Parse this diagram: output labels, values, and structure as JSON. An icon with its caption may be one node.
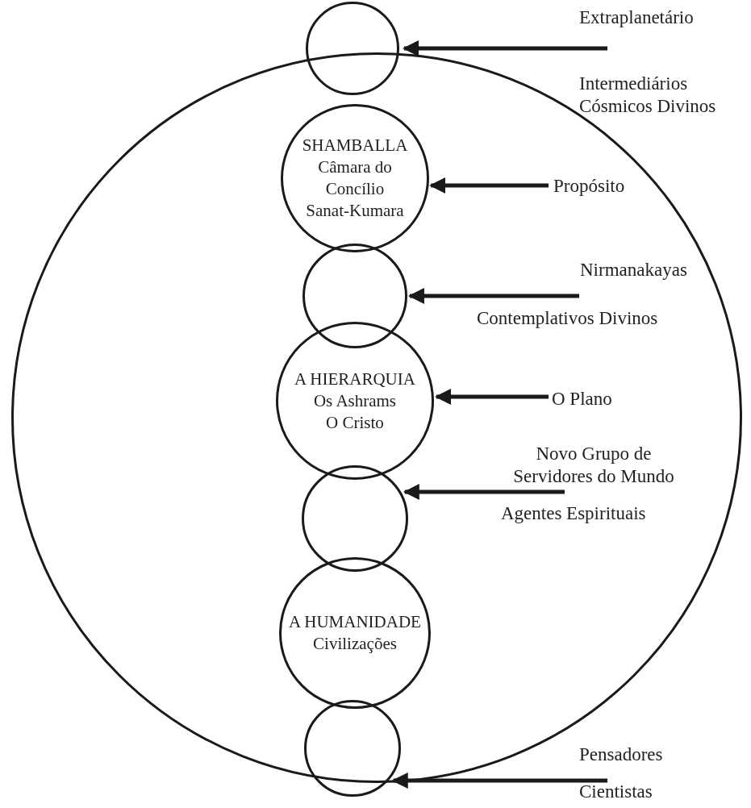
{
  "diagram": {
    "nodes": [
      {
        "text": [],
        "shape": "circle"
      },
      {
        "text": [],
        "shape": "circle"
      },
      {
        "text": [
          "SHAMBALLA",
          "Câmara do Concílio Sanat-Kumara"
        ],
        "in": 0
      },
      {
        "text": [],
        "shape": "circle",
        "in": 0
      },
      {
        "text": [
          "A HIERARQUIA",
          "Os Ashrams O Cristo"
        ],
        "in": 0
      },
      {
        "text": [],
        "shape": "circle",
        "in": 0
      },
      {
        "text": [
          "A HUMANIDADE",
          "Civilizações"
        ],
        "in": 0
      },
      {
        "text": [],
        "shape": "circle"
      },
      {
        "text": [
          "Extraplanetário",
          "Intermediários Cósmicos Divinos"
        ]
      },
      {
        "text": [
          "Propósito"
        ],
        "in": 0
      },
      {
        "text": [
          "Nirmanakayas",
          "Contemplativos Divinos"
        ],
        "in": 0
      },
      {
        "text": [
          "O Plano"
        ],
        "in": 0
      },
      {
        "text": [
          "Novo Grupo de Servidores do Mundo",
          "Agentes Espirituais"
        ],
        "in": 0
      },
      {
        "text": [
          "Pensadores",
          "Cientistas"
        ]
      }
    ],
    "edges": [
      {
        "from": 8,
        "to": 1,
        "arrow": "to"
      },
      {
        "from": 9,
        "to": 2,
        "arrow": "to"
      },
      {
        "from": 10,
        "to": 3,
        "arrow": "to"
      },
      {
        "from": 11,
        "to": 4,
        "arrow": "to"
      },
      {
        "from": 12,
        "to": 5,
        "arrow": "to"
      },
      {
        "from": 13,
        "to": 7,
        "arrow": "to"
      }
    ]
  }
}
